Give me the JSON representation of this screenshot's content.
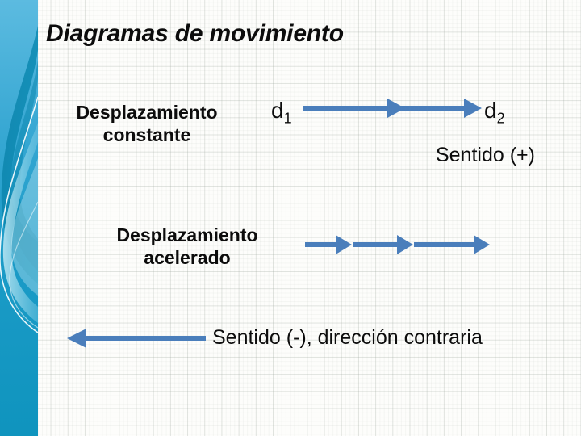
{
  "slide": {
    "title": "Diagramas de movimiento",
    "accent_color": "#4a7ebb",
    "sidebar_color": "#1194be",
    "background_color": "#fdfdfb",
    "text_color": "#0c0c0c"
  },
  "rows": {
    "constant": {
      "label": "Desplazamiento constante",
      "start_marker": "d",
      "start_marker_sub": "1",
      "end_marker": "d",
      "end_marker_sub": "2",
      "direction_note": "Sentido (+)",
      "arrow_count": 2
    },
    "accelerated": {
      "label": "Desplazamiento acelerado",
      "arrow_count": 3
    },
    "reverse": {
      "note": "Sentido (-), dirección contraria",
      "arrow_count": 1
    }
  }
}
